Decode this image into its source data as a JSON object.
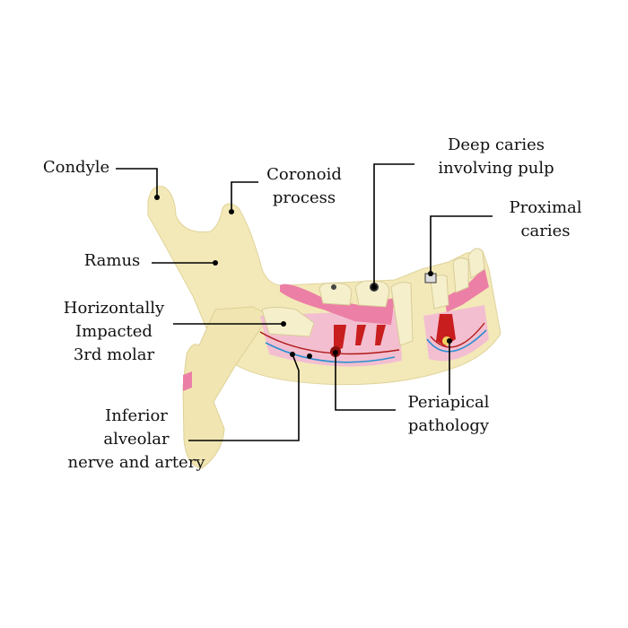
{
  "labels": {
    "condyle": [
      "Condyle"
    ],
    "coronoid": [
      "Coronoid",
      "process"
    ],
    "deep_caries": [
      "Deep caries",
      "involving pulp"
    ],
    "proximal": [
      "Proximal",
      "caries"
    ],
    "ramus": [
      "Ramus"
    ],
    "impacted": [
      "Horizontally",
      "Impacted",
      "3rd molar"
    ],
    "inferior": [
      "Inferior",
      "alveolar",
      "nerve and artery"
    ],
    "periapical": [
      "Periapical",
      "pathology"
    ]
  },
  "colors": {
    "bone": "#f3e9b8",
    "gum": "#ec7fa6",
    "pulp": "#c81e1e",
    "nerve": "#2a8fd0",
    "leader": "#000000"
  }
}
